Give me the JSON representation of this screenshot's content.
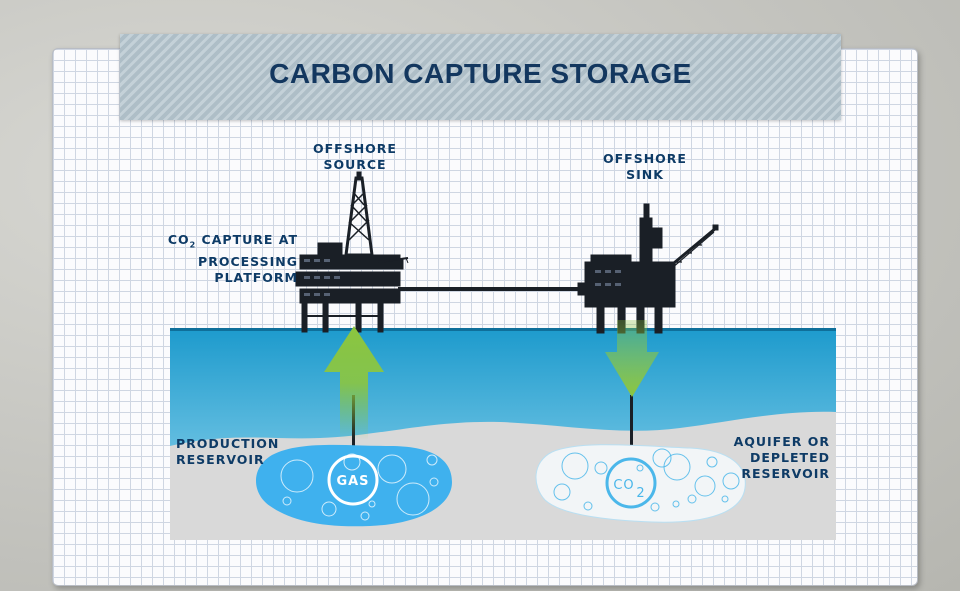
{
  "title": "CARBON CAPTURE STORAGE",
  "labels": {
    "source_line1": "OFFSHORE",
    "source_line2": "SOURCE",
    "sink_line1": "OFFSHORE",
    "sink_line2": "SINK",
    "capture_co": "CO",
    "capture_sub": "2",
    "capture_rest": " CAPTURE AT",
    "capture_line2": "PROCESSING PLATFORM",
    "production_line1": "PRODUCTION",
    "production_line2": "RESERVOIR",
    "aquifer_line1": "AQUIFER OR",
    "aquifer_line2": "DEPLETED",
    "aquifer_line3": "RESERVOIR",
    "gas": "GAS",
    "co2_main": "CO",
    "co2_sub": "2"
  },
  "colors": {
    "title_text": "#13375f",
    "label_text": "#0e3b66",
    "sea_top": "#1f9fd0",
    "sea_bottom": "#b7dcec",
    "seabed": "#d9d9d9",
    "gas_reservoir": "#3fb1ee",
    "co2_reservoir": "#f2f5f7",
    "arrow_green": "#8cc63f",
    "platform": "#1a1f26"
  }
}
